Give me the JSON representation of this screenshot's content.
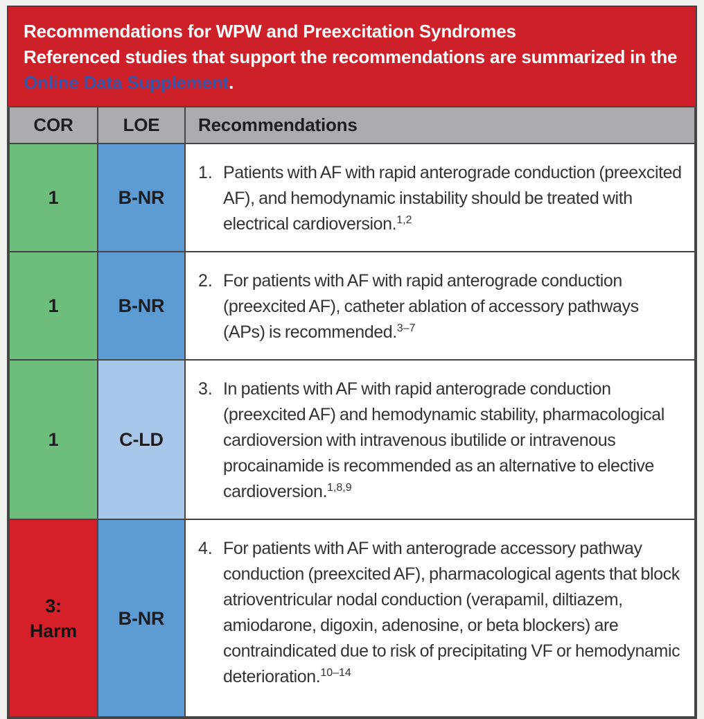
{
  "colors": {
    "header_red": "#CE2029",
    "link_blue": "#3B55A6",
    "column_header_gray": "#ACACAE",
    "cor_green": "#6DBE7D",
    "loe_blue": "#5C9BD4",
    "loe_light_blue": "#A9C7E8",
    "harm_red": "#D52029",
    "page_background": "#F0F0EE"
  },
  "banner": {
    "title": "Recommendations for WPW and Preexcitation Syndromes",
    "intro_before_link": "Referenced studies that support the recommendations are summarized in the ",
    "link_text": "Online Data Supplement",
    "after_link": "."
  },
  "table": {
    "columns": {
      "cor": "COR",
      "loe": "LOE",
      "recommendations": "Recommendations"
    },
    "rows": [
      {
        "cor": "1",
        "cor_color": "#6DBE7D",
        "loe": "B-NR",
        "loe_color": "#5C9BD4",
        "number": "1.",
        "text": "Patients with AF with rapid anterograde conduction (preexcited AF), and hemodynamic instability should be treated with electrical cardioversion.",
        "refs": "1,2"
      },
      {
        "cor": "1",
        "cor_color": "#6DBE7D",
        "loe": "B-NR",
        "loe_color": "#5C9BD4",
        "number": "2.",
        "text": "For patients with AF with rapid anterograde conduction (preexcited AF), catheter ablation of accessory pathways (APs) is recommended.",
        "refs": "3–7"
      },
      {
        "cor": "1",
        "cor_color": "#6DBE7D",
        "loe": "C-LD",
        "loe_color": "#A9C7E8",
        "number": "3.",
        "text": "In patients with AF with rapid anterograde conduction (preexcited AF) and hemodynamic stability, pharmacological cardioversion with intravenous ibutilide or intravenous procainamide is recommended as an alternative to elective cardioversion.",
        "refs": "1,8,9"
      },
      {
        "cor": "3:\nHarm",
        "cor_color": "#D52029",
        "loe": "B-NR",
        "loe_color": "#5C9BD4",
        "number": "4.",
        "text": "For patients with AF with anterograde accessory pathway conduction (preexcited AF), pharmacological agents that block atrioventricular nodal conduction (verapamil, diltiazem, amiodarone, digoxin, adenosine, or beta blockers) are contraindicated due to risk of precipitating VF or hemodynamic deterioration.",
        "refs": "10–14"
      }
    ]
  }
}
